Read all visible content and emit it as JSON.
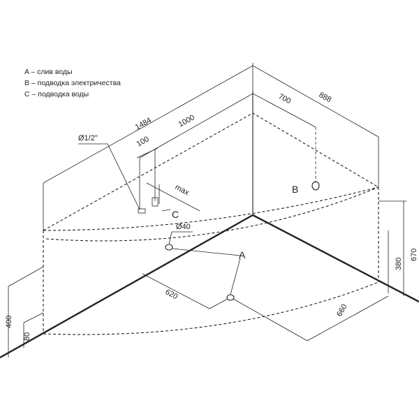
{
  "legend": {
    "a": "A – слив воды",
    "b": "B – подводка электричества",
    "c": "C – подводка воды"
  },
  "dimensions": {
    "d1484": "1484",
    "d1000": "1000",
    "d888": "888",
    "d700": "700",
    "d100": "100",
    "max": "max",
    "d620": "620",
    "d660": "660",
    "d380": "380",
    "d670": "670",
    "d400": "400",
    "d80": "80",
    "pipe": "Ø1/2\"",
    "drain": "Ø40"
  },
  "callouts": {
    "a": "A",
    "b": "B",
    "c": "C"
  }
}
